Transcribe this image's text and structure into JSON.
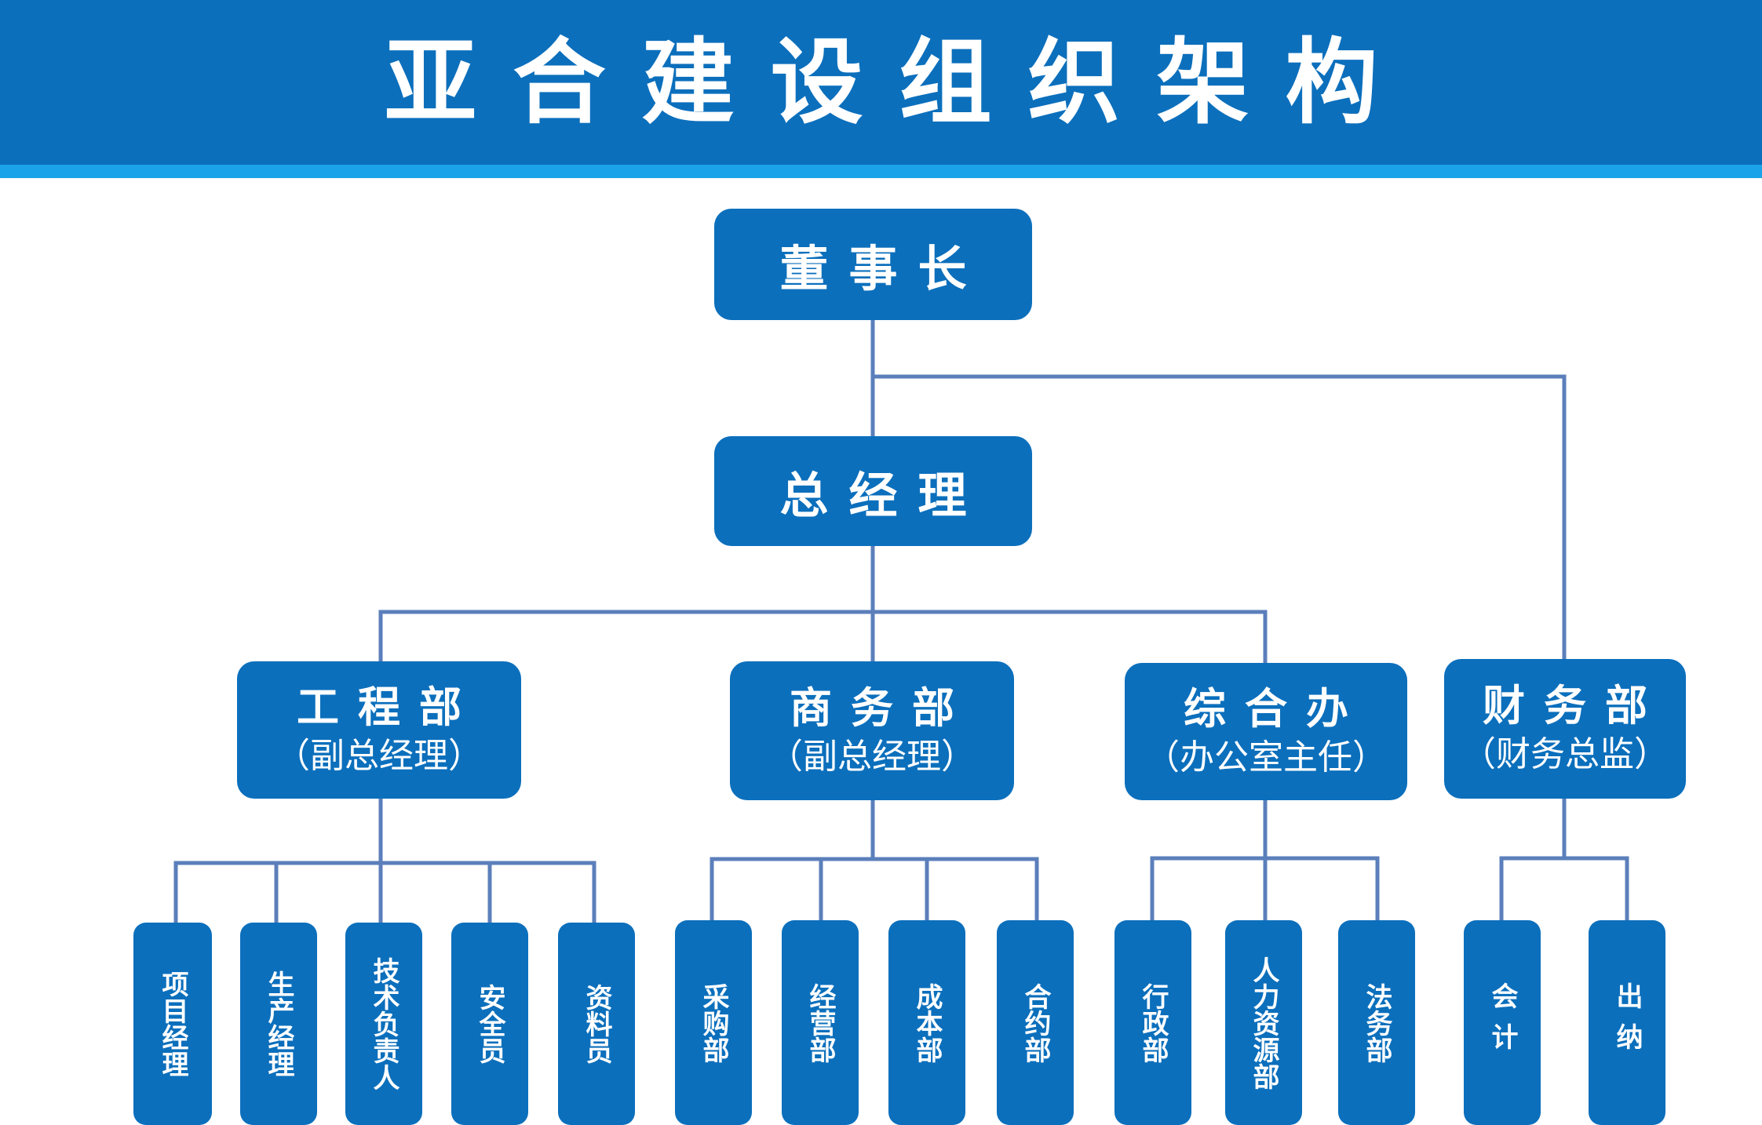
{
  "title": "亚合建设组织架构",
  "colors": {
    "header": "#0b6fbc",
    "stripe": "#1aa3e8",
    "node": "#0b6fbc",
    "connector": "#5b7fbb",
    "text": "#ffffff",
    "background": "#ffffff"
  },
  "chairman": "董事长",
  "general_manager": "总经理",
  "departments": [
    {
      "name": "工程部",
      "head": "（副总经理）",
      "units": [
        "项目经理",
        "生产经理",
        "技术负责人",
        "安全员",
        "资料员"
      ]
    },
    {
      "name": "商务部",
      "head": "（副总经理）",
      "units": [
        "采购部",
        "经营部",
        "成本部",
        "合约部"
      ]
    },
    {
      "name": "综合办",
      "head": "（办公室主任）",
      "units": [
        "行政部",
        "人力资源部",
        "法务部"
      ]
    },
    {
      "name": "财务部",
      "head": "（财务总监）",
      "units": [
        "会计",
        "出纳"
      ]
    }
  ]
}
